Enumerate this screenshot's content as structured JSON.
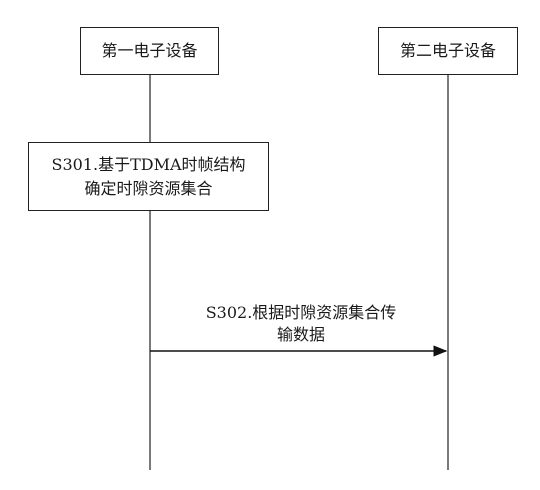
{
  "participants": {
    "first_device": "第一电子设备",
    "second_device": "第二电子设备"
  },
  "steps": {
    "s301": "S301.基于TDMA时帧结构\n确定时隙资源集合",
    "s302": "S302.根据时隙资源集合传\n输数据"
  }
}
